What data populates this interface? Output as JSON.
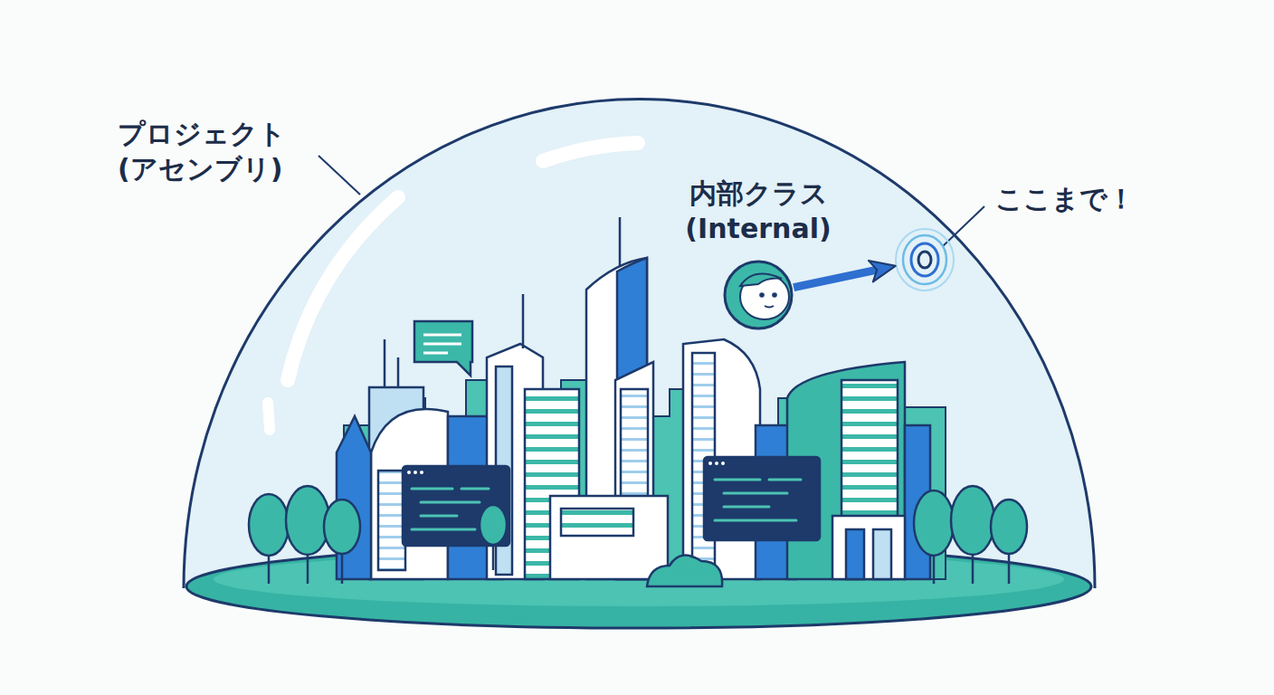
{
  "diagram": {
    "nodes": [
      {
        "text": [
          "プロジェクト (アセンブリ)"
        ]
      },
      {
        "text": [
          "内部クラス (Internal)"
        ],
        "in": 0
      },
      {
        "text": [
          "ここまで！"
        ],
        "in": 0
      }
    ],
    "edges": [
      {
        "from": 1,
        "to": 2,
        "arrow": "to"
      }
    ]
  }
}
